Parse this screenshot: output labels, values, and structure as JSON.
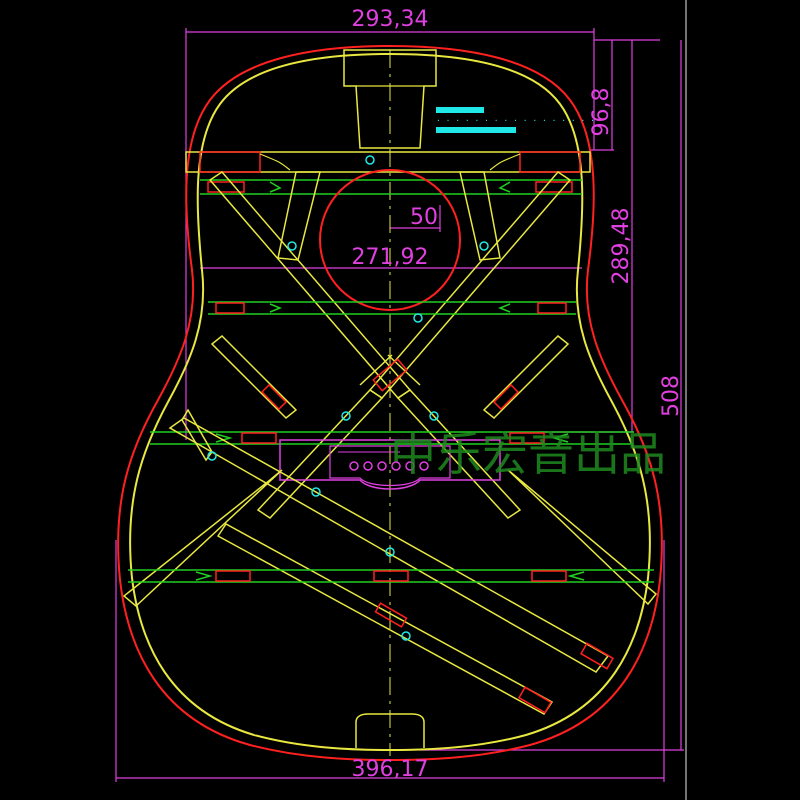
{
  "dimensions": {
    "top_width": "293,34",
    "upper_height": "96,8",
    "mid_height": "289,48",
    "total_height": "508",
    "hole_offset": "50",
    "lower_bout_line": "271,92",
    "bottom_width": "396,17"
  },
  "watermark": "中乐宏音出品",
  "colors": {
    "outline": "#e8e840",
    "binding": "#ff2020",
    "dimension": "#e040e0",
    "brace_green": "#20d020",
    "brace_red": "#ff2020",
    "screw": "#20e8e8",
    "label_bar": "#20e8e8",
    "background": "#000000"
  }
}
